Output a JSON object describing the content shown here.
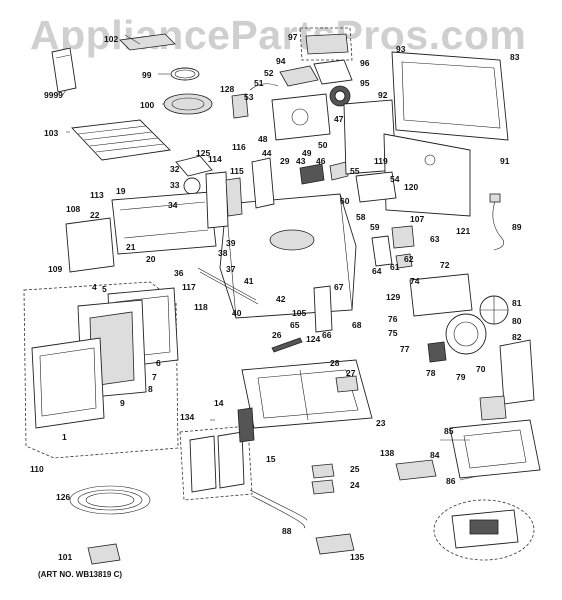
{
  "watermark": "AppliancePartsPros.com",
  "art_number": "(ART NO. WB13819 C)",
  "part_labels": [
    "9999",
    "102",
    "99",
    "100",
    "103",
    "125",
    "128",
    "53",
    "51",
    "52",
    "94",
    "96",
    "95",
    "97",
    "93",
    "92",
    "83",
    "47",
    "48",
    "50",
    "49",
    "44",
    "29",
    "43",
    "46",
    "116",
    "114",
    "115",
    "32",
    "33",
    "19",
    "113",
    "108",
    "22",
    "21",
    "20",
    "109",
    "36",
    "38",
    "37",
    "41",
    "42",
    "117",
    "118",
    "40",
    "39",
    "55",
    "54",
    "58",
    "59",
    "60",
    "120",
    "107",
    "119",
    "121",
    "91",
    "89",
    "61",
    "62",
    "63",
    "64",
    "72",
    "74",
    "129",
    "81",
    "80",
    "76",
    "75",
    "77",
    "78",
    "79",
    "70",
    "82",
    "67",
    "105",
    "65",
    "66",
    "68",
    "124",
    "26",
    "28",
    "27",
    "23",
    "14",
    "134",
    "15",
    "25",
    "24",
    "88",
    "135",
    "138",
    "85",
    "84",
    "86",
    "110",
    "5",
    "6",
    "7",
    "8",
    "9",
    "1",
    "126",
    "101",
    "4",
    "34"
  ],
  "icons": [
    "microwave-exploded-parts-diagram"
  ]
}
